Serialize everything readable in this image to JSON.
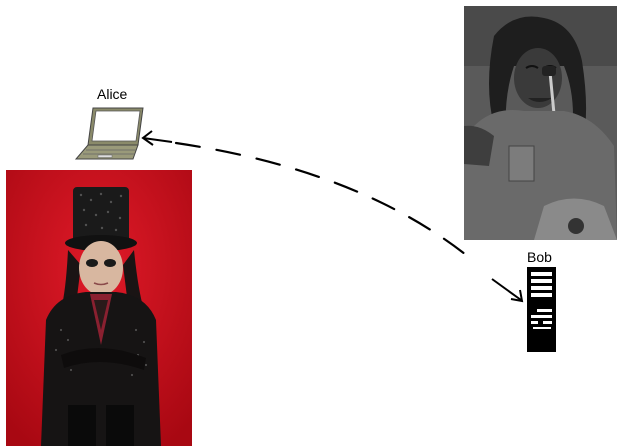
{
  "alice": {
    "label": "Alice",
    "device_icon": "laptop-icon"
  },
  "bob": {
    "label": "Bob",
    "device_icon": "server-tower-icon"
  },
  "connection": {
    "style": "dashed",
    "direction": "bob-to-alice-and-bob"
  },
  "colors": {
    "alice_photo_background": "#c8101e",
    "bob_photo_background": "#5a5a5a",
    "server_body": "#000000",
    "laptop_body": "#8a8a6a"
  }
}
